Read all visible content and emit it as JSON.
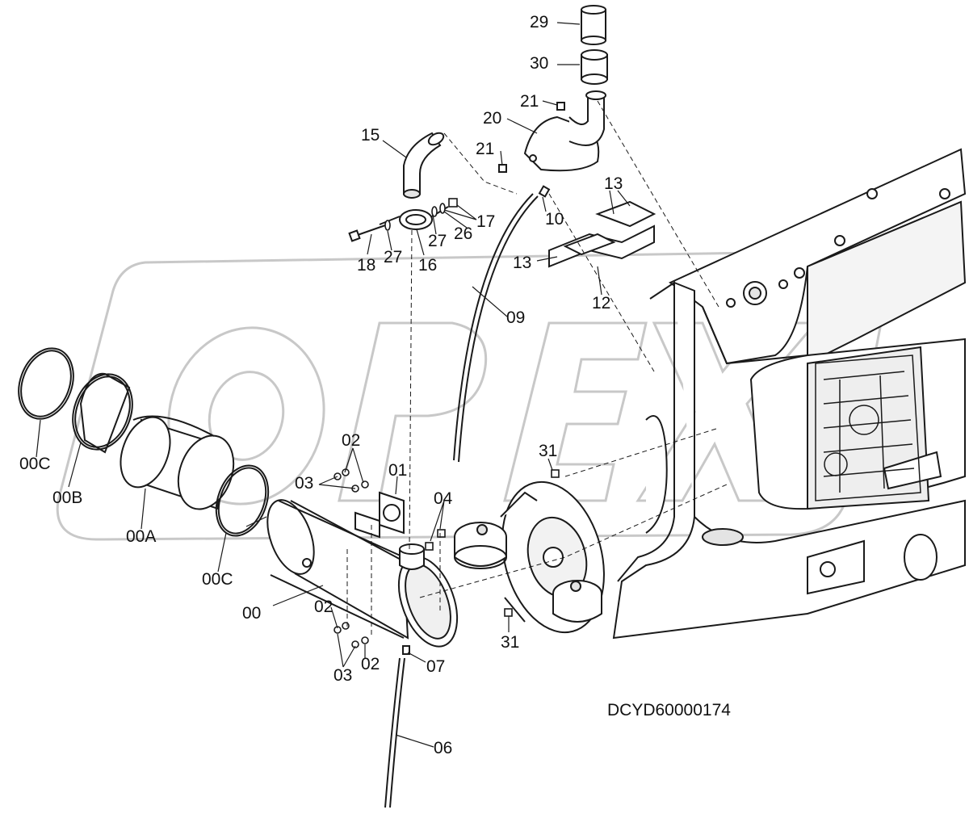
{
  "watermark": {
    "text": "OPEX",
    "color": "#c8c8c8"
  },
  "drawing_code": "DCYD60000174",
  "labels": {
    "p29": "29",
    "p30": "30",
    "p21a": "21",
    "p20": "20",
    "p21b": "21",
    "p15": "15",
    "p13a": "13",
    "p10": "10",
    "p17": "17",
    "p26": "26",
    "p27a": "27",
    "p13b": "13",
    "p18": "18",
    "p27b": "27",
    "p16": "16",
    "p12": "12",
    "p09": "09",
    "p00C_a": "00C",
    "p00B": "00B",
    "p02a": "02",
    "p01": "01",
    "p03a": "03",
    "p31a": "31",
    "p04": "04",
    "p00A": "00A",
    "p00C_b": "00C",
    "p00": "00",
    "p02b": "02",
    "p02c": "02",
    "p03b": "03",
    "p31b": "31",
    "p07": "07",
    "p06": "06"
  },
  "colors": {
    "line": "#1a1a1a",
    "shade": "#e4e4e4",
    "background": "#ffffff"
  }
}
